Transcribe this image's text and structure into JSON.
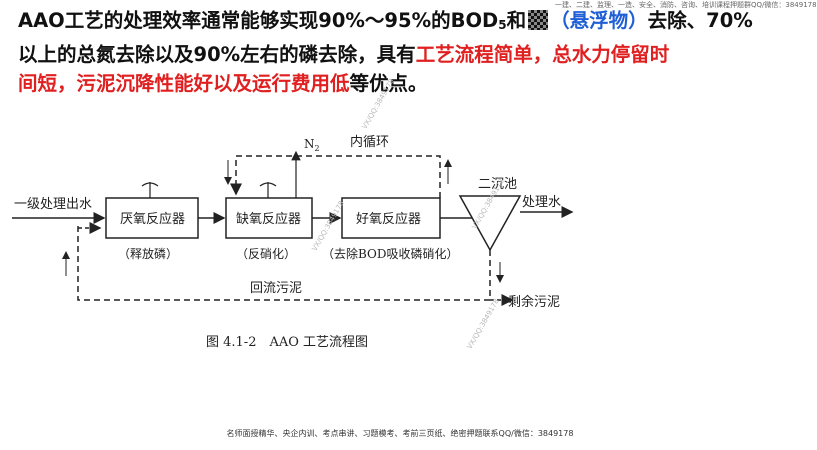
{
  "text": {
    "line1_a": "AAO工艺的处理效率通常能够实现90%～95%的BOD",
    "line1_sub": "5",
    "line1_b": "和",
    "line1_blue": "（悬浮物）",
    "line1_c": "去除、70%",
    "line2_a": "以上的总氮去除以及90%左右的磷去除，具有",
    "line2_red": "工艺流程简单，总水力停留时",
    "line3_red": "间短，污泥沉降性能好以及运行费用低",
    "line3_b": "等优点。"
  },
  "diagram": {
    "inlet": "一级处理出水",
    "reactor1": "厌氧反应器",
    "reactor1_note": "（释放磷）",
    "reactor2": "缺氧反应器",
    "reactor2_note": "（反硝化）",
    "reactor3": "好氧反应器",
    "reactor3_note": "（去除BOD吸收磷硝化）",
    "n2": "N",
    "n2_sub": "2",
    "recycle": "内循环",
    "clarifier": "二沉池",
    "outlet": "处理水",
    "return_sludge": "回流污泥",
    "excess_sludge": "剩余污泥",
    "caption": "图 4.1-2　AAO 工艺流程图"
  },
  "watermarks": {
    "top": "一建、二建、监理、一造、安全、消防、咨询、培训课程押题群QQ/微信：3849178",
    "footer": "名师面授精华、央企内训、考点串讲、习题模考、考前三页纸、绝密押题联系QQ/微信：3849178",
    "w1": "VX/QQ:3849178",
    "w2": "VX/QQ:3849178",
    "w3": "VX/QQ:3849178",
    "w4": "VX/QQ:3849178"
  }
}
